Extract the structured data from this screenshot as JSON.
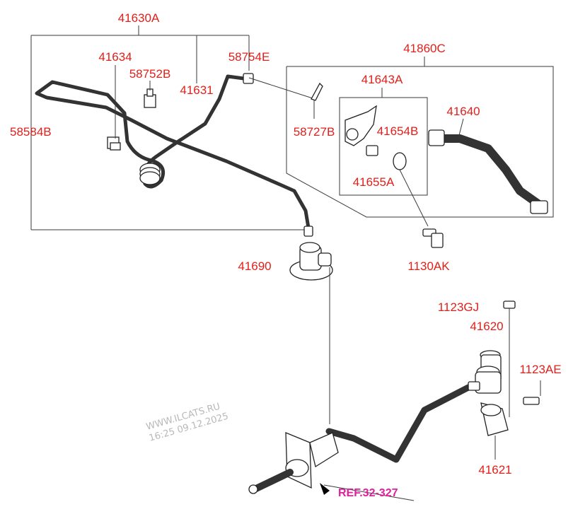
{
  "labels": {
    "l41630A": "41630A",
    "l41634": "41634",
    "l58752B": "58752B",
    "l41631": "41631",
    "l58754E": "58754E",
    "l58584B": "58584B",
    "l41860C": "41860C",
    "l41643A": "41643A",
    "l41640": "41640",
    "l41654B": "41654B",
    "l58727B": "58727B",
    "l41655A": "41655A",
    "l1130AK": "1130AK",
    "l41690": "41690",
    "l1123GJ": "1123GJ",
    "l41620": "41620",
    "l1123AE": "1123AE",
    "l41621": "41621"
  },
  "ref": "REF.32-327",
  "watermark": {
    "site": "WWW.ILCATS.RU",
    "timestamp": "16:25 09.12.2025"
  },
  "colors": {
    "label": "#e0201b",
    "ref": "#e0209a",
    "line": "#333333"
  }
}
